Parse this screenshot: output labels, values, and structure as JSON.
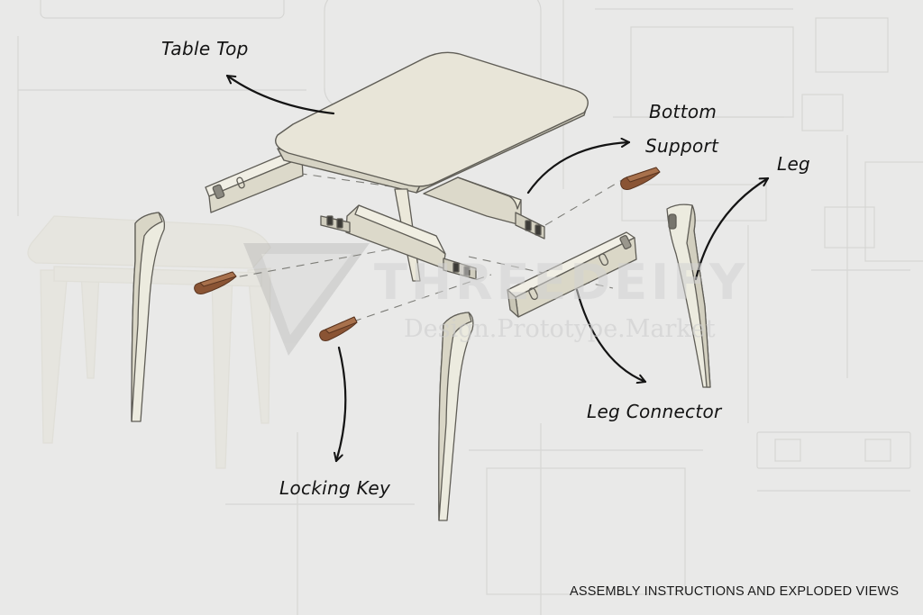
{
  "labels": {
    "table_top": "Table Top",
    "bottom_support_line1": "Bottom",
    "bottom_support_line2": "Support",
    "leg": "Leg",
    "leg_connector": "Leg Connector",
    "locking_key": "Locking Key"
  },
  "caption": "ASSEMBLY INSTRUCTIONS AND EXPLODED VIEWS",
  "watermark": {
    "brand": "THREEDEIFY",
    "tagline": "Design.Prototype.Market"
  },
  "colors": {
    "background": "#e9e9e8",
    "part_fill": "#e8e5d8",
    "part_edge": "#5f5d56",
    "key_fill": "#8a5434",
    "annotation": "#141414"
  }
}
